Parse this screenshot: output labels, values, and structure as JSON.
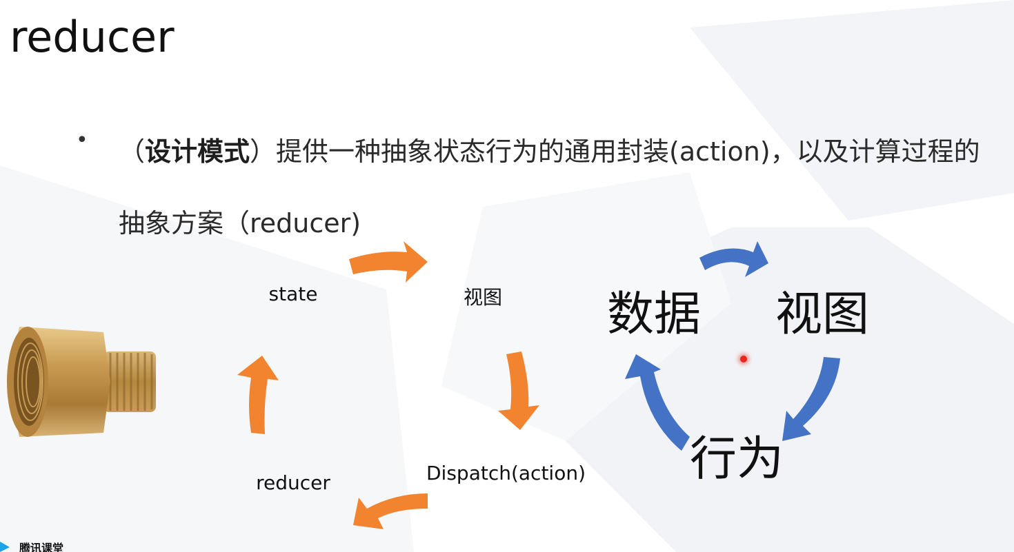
{
  "slide": {
    "title": "reducer",
    "bullet": {
      "open": "（",
      "bold": "设计模式",
      "rest": "）提供一种抽象状态行为的通用封装(action)，以及计算过程的抽象方案（reducer)"
    }
  },
  "cycle": {
    "labels": {
      "state": "state",
      "view": "视图",
      "dispatch": "Dispatch(action)",
      "reducer": "reducer"
    },
    "arrow_color": "#f28430"
  },
  "triad": {
    "labels": {
      "data": "数据",
      "view": "视图",
      "action": "行为"
    },
    "arrow_color": "#4472c4"
  },
  "footer": {
    "brand": "腾讯课堂"
  },
  "colors": {
    "background": "#ffffff",
    "decor": "#f0f1f5",
    "laser_pointer": "#e8281e"
  }
}
